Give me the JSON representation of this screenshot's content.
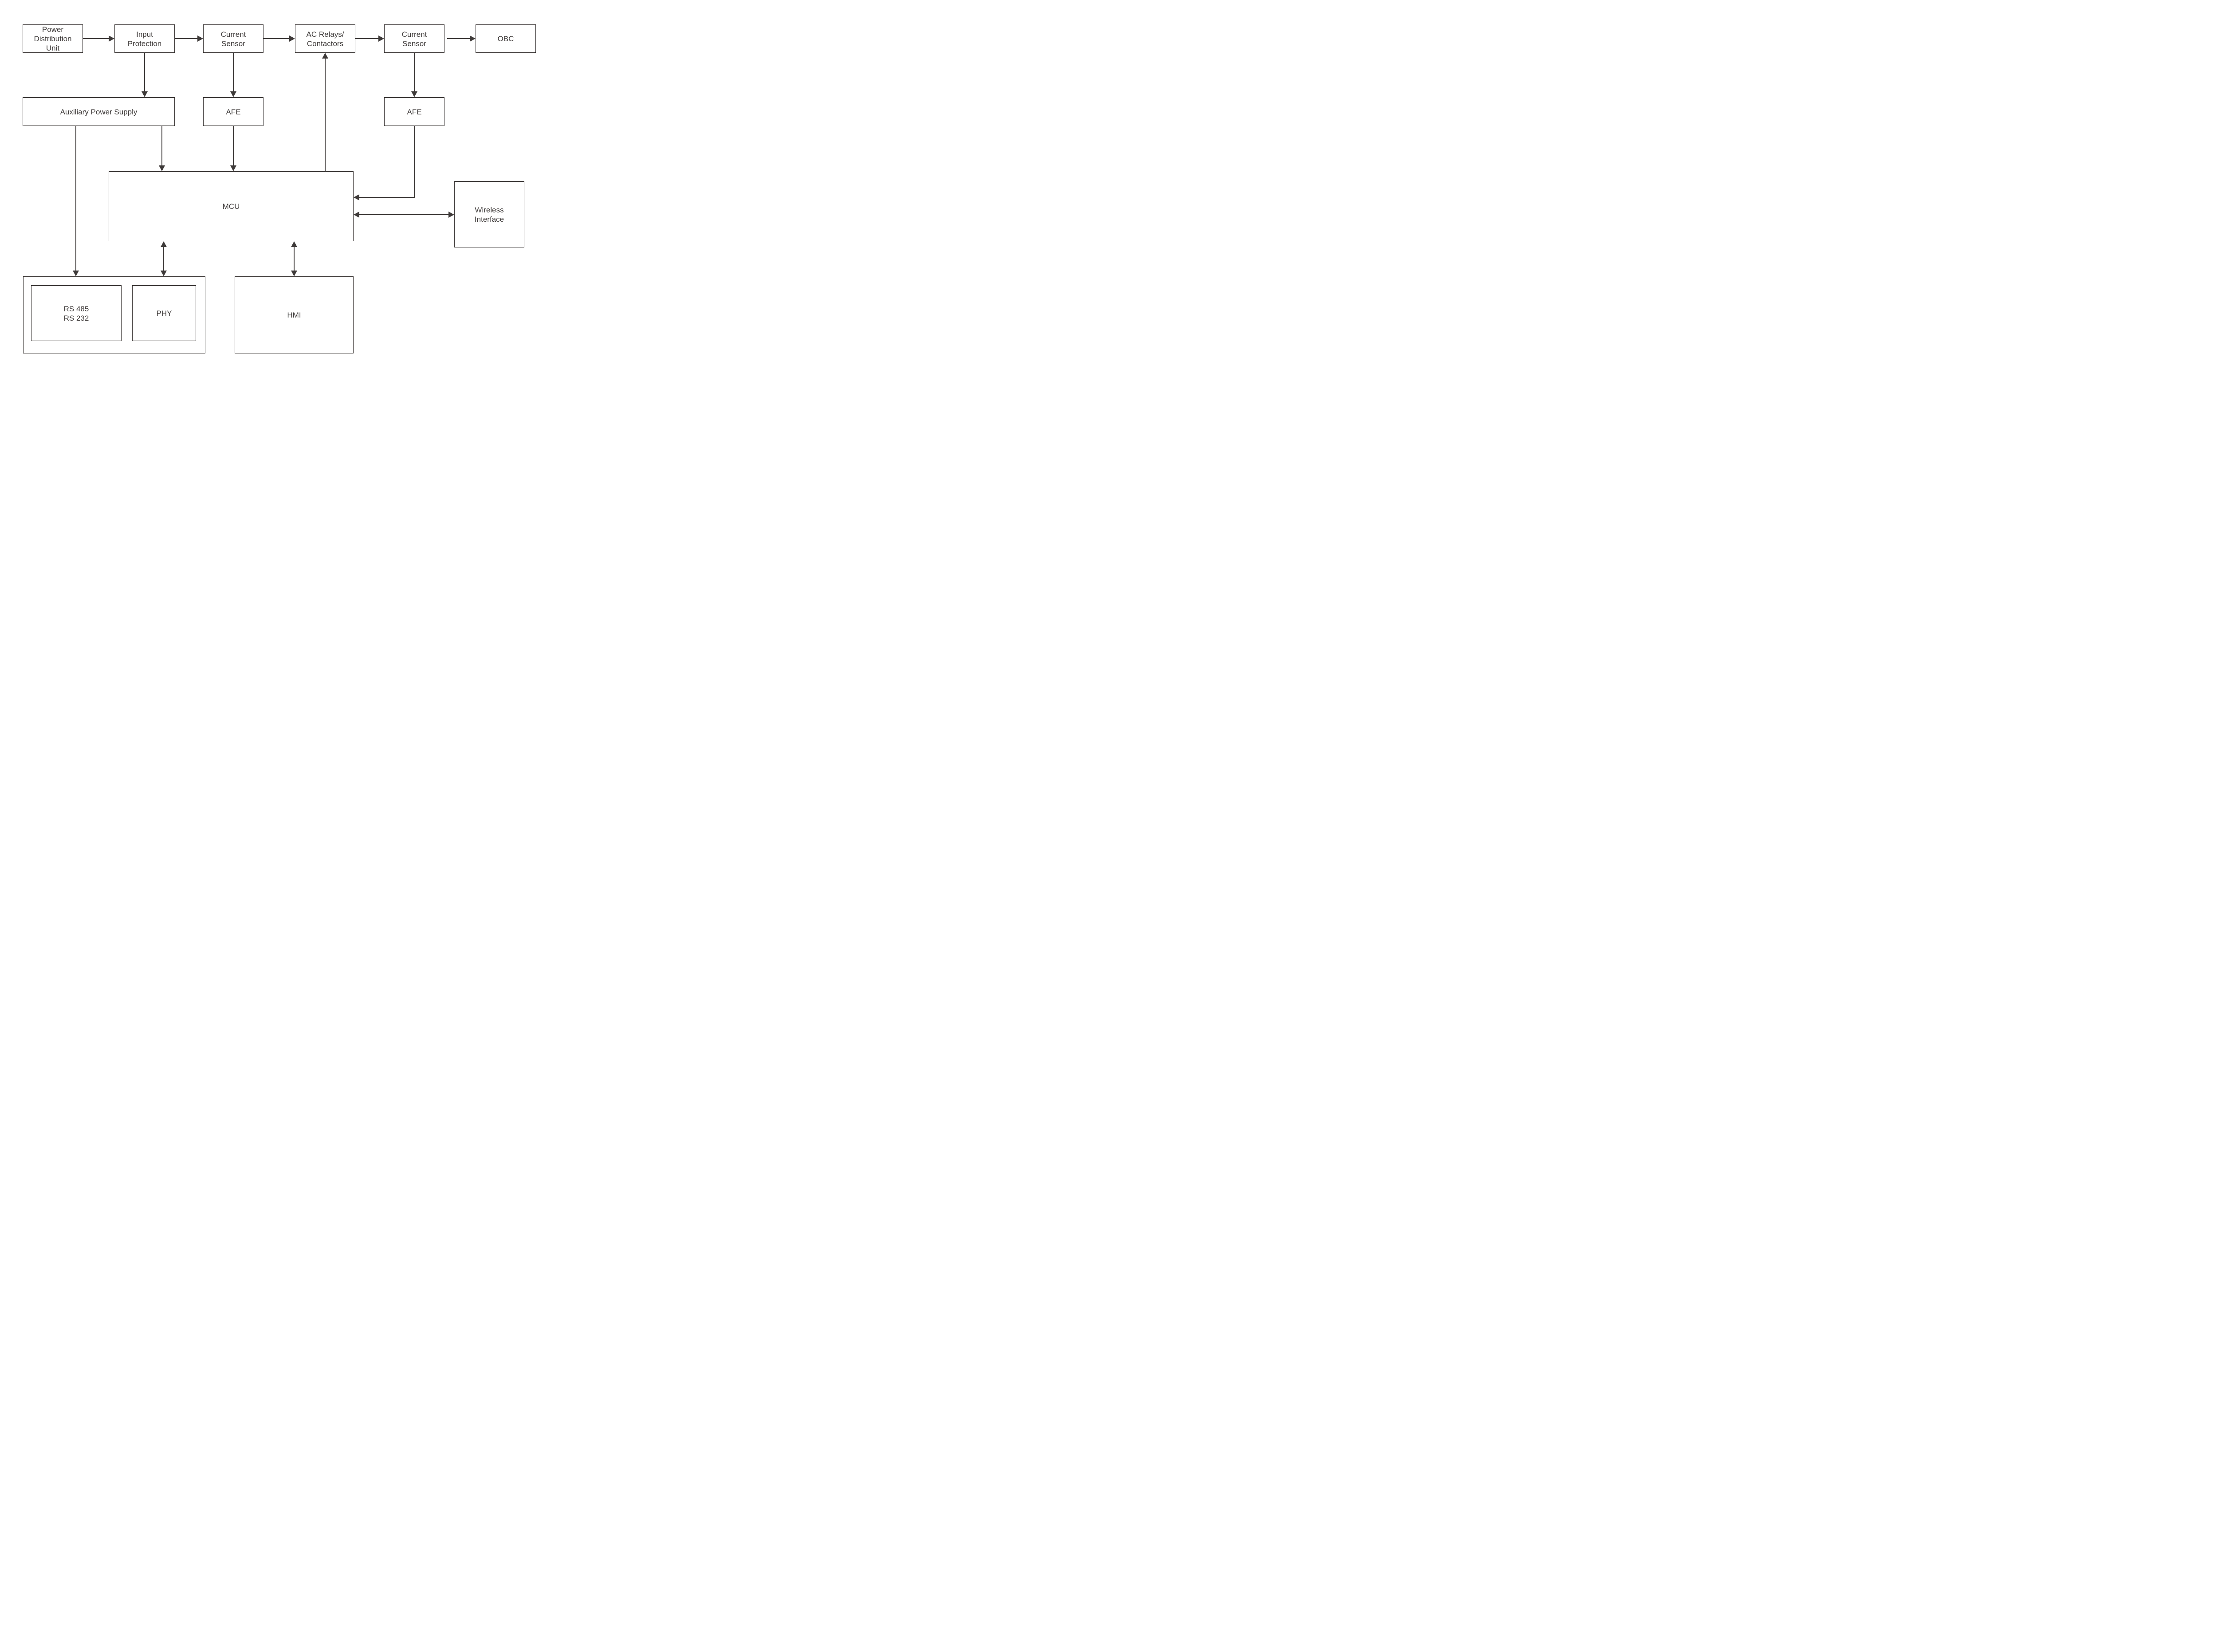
{
  "colors": {
    "ink": "#3e3a39",
    "background": "#ffffff"
  },
  "blocks": {
    "pdu": {
      "lines": [
        "Power",
        "Distribution",
        "Unit"
      ]
    },
    "input_protection": {
      "lines": [
        "Input",
        "Protection"
      ]
    },
    "current_sensor_in": {
      "lines": [
        "Current",
        "Sensor"
      ]
    },
    "ac_relays": {
      "lines": [
        "AC Relays/",
        "Contactors"
      ]
    },
    "current_sensor_out": {
      "lines": [
        "Current",
        "Sensor"
      ]
    },
    "obc": {
      "lines": [
        "OBC"
      ]
    },
    "aux_power": {
      "lines": [
        "Auxiliary Power Supply"
      ]
    },
    "afe_in": {
      "lines": [
        "AFE"
      ]
    },
    "afe_out": {
      "lines": [
        "AFE"
      ]
    },
    "mcu": {
      "lines": [
        "MCU"
      ]
    },
    "wireless": {
      "lines": [
        "Wireless",
        "Interface"
      ]
    },
    "rs": {
      "lines": [
        "RS 485",
        "RS 232"
      ]
    },
    "phy": {
      "lines": [
        "PHY"
      ]
    },
    "hmi": {
      "lines": [
        "HMI"
      ]
    }
  },
  "connections": [
    {
      "from": "Power Distribution Unit",
      "to": "Input Protection",
      "type": "arrow"
    },
    {
      "from": "Input Protection",
      "to": "Current Sensor (input)",
      "type": "arrow"
    },
    {
      "from": "Current Sensor (input)",
      "to": "AC Relays/Contactors",
      "type": "arrow"
    },
    {
      "from": "AC Relays/Contactors",
      "to": "Current Sensor (output)",
      "type": "arrow"
    },
    {
      "from": "Current Sensor (output)",
      "to": "OBC",
      "type": "arrow"
    },
    {
      "from": "Input Protection",
      "to": "Auxiliary Power Supply",
      "type": "arrow"
    },
    {
      "from": "Current Sensor (input)",
      "to": "AFE (input)",
      "type": "arrow"
    },
    {
      "from": "Current Sensor (output)",
      "to": "AFE (output)",
      "type": "arrow"
    },
    {
      "from": "Auxiliary Power Supply",
      "to": "MCU",
      "type": "arrow"
    },
    {
      "from": "AFE (input)",
      "to": "MCU",
      "type": "arrow"
    },
    {
      "from": "AFE (output)",
      "to": "MCU",
      "type": "arrow"
    },
    {
      "from": "MCU",
      "to": "AC Relays/Contactors",
      "type": "arrow"
    },
    {
      "from": "MCU",
      "to": "Wireless Interface",
      "type": "bidirectional"
    },
    {
      "from": "Auxiliary Power Supply",
      "to": "Comms group (RS 485 / RS 232, PHY)",
      "type": "arrow"
    },
    {
      "from": "MCU",
      "to": "PHY",
      "type": "bidirectional"
    },
    {
      "from": "MCU",
      "to": "HMI",
      "type": "bidirectional"
    }
  ]
}
